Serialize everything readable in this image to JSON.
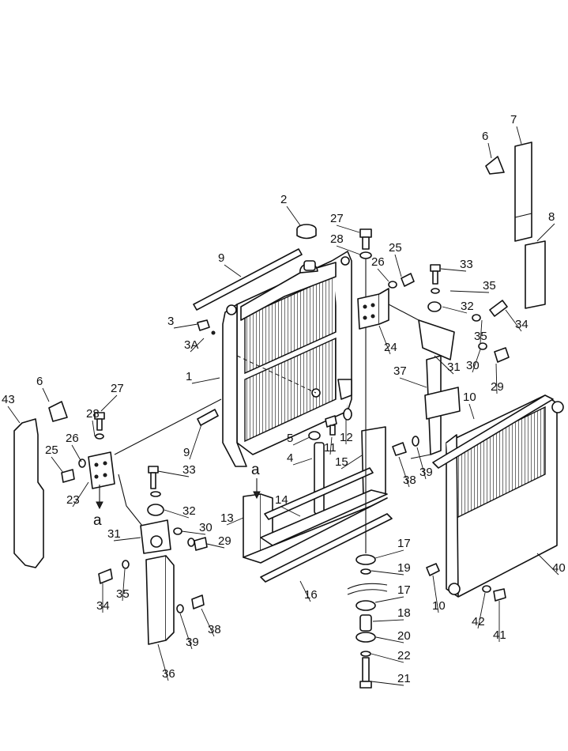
{
  "callouts": [
    {
      "text": "1"
    },
    {
      "text": "2"
    },
    {
      "text": "3"
    },
    {
      "text": "3A"
    },
    {
      "text": "4"
    },
    {
      "text": "5"
    },
    {
      "text": "6"
    },
    {
      "text": "6"
    },
    {
      "text": "7"
    },
    {
      "text": "8"
    },
    {
      "text": "9"
    },
    {
      "text": "9"
    },
    {
      "text": "10"
    },
    {
      "text": "10"
    },
    {
      "text": "11"
    },
    {
      "text": "12"
    },
    {
      "text": "13"
    },
    {
      "text": "14"
    },
    {
      "text": "15"
    },
    {
      "text": "16"
    },
    {
      "text": "17"
    },
    {
      "text": "17"
    },
    {
      "text": "18"
    },
    {
      "text": "19"
    },
    {
      "text": "20"
    },
    {
      "text": "21"
    },
    {
      "text": "22"
    },
    {
      "text": "23"
    },
    {
      "text": "24"
    },
    {
      "text": "25"
    },
    {
      "text": "25"
    },
    {
      "text": "26"
    },
    {
      "text": "26"
    },
    {
      "text": "27"
    },
    {
      "text": "27"
    },
    {
      "text": "28"
    },
    {
      "text": "28"
    },
    {
      "text": "29"
    },
    {
      "text": "29"
    },
    {
      "text": "30"
    },
    {
      "text": "30"
    },
    {
      "text": "31"
    },
    {
      "text": "31"
    },
    {
      "text": "32"
    },
    {
      "text": "32"
    },
    {
      "text": "33"
    },
    {
      "text": "33"
    },
    {
      "text": "34"
    },
    {
      "text": "34"
    },
    {
      "text": "35"
    },
    {
      "text": "35"
    },
    {
      "text": "35"
    },
    {
      "text": "36"
    },
    {
      "text": "37"
    },
    {
      "text": "38"
    },
    {
      "text": "38"
    },
    {
      "text": "39"
    },
    {
      "text": "39"
    },
    {
      "text": "40"
    },
    {
      "text": "41"
    },
    {
      "text": "42"
    },
    {
      "text": "43"
    }
  ],
  "markers": [
    {
      "text": "a"
    },
    {
      "text": "a"
    }
  ]
}
